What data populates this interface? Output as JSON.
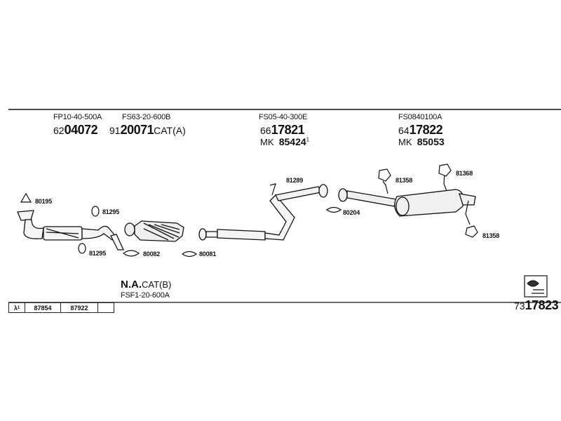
{
  "headers": [
    {
      "code": "FP10-40-500A",
      "prefix": "62",
      "num": "04072",
      "suffix": ""
    },
    {
      "code": "FS63-20-600B",
      "prefix": "91",
      "num": "20071",
      "suffix": "CAT(A)"
    },
    {
      "code": "FS05-40-300E",
      "prefix": "66",
      "num": "17821",
      "suffix": "",
      "mk_label": "MK",
      "mk_num": "85424",
      "mk_sup": "1"
    },
    {
      "code": "FS0840100A",
      "prefix": "64",
      "num": "17822",
      "suffix": "",
      "mk_label": "MK",
      "mk_num": "85053"
    }
  ],
  "callouts": {
    "c80195": "80195",
    "c81295a": "81295",
    "c81295b": "81295",
    "c80082": "80082",
    "c80081": "80081",
    "c81289": "81289",
    "c80204": "80204",
    "c81358a": "81358",
    "c81368": "81368",
    "c81358b": "81358"
  },
  "footer": {
    "na_bold": "N.A.",
    "na_rest": "CAT(B)",
    "na_code": "FSF1-20-600A",
    "lambda": "λ",
    "lambda_sup": "1",
    "ref1": "87854",
    "ref2": "87922",
    "diagram_prefix": "73",
    "diagram_num": "17823"
  }
}
